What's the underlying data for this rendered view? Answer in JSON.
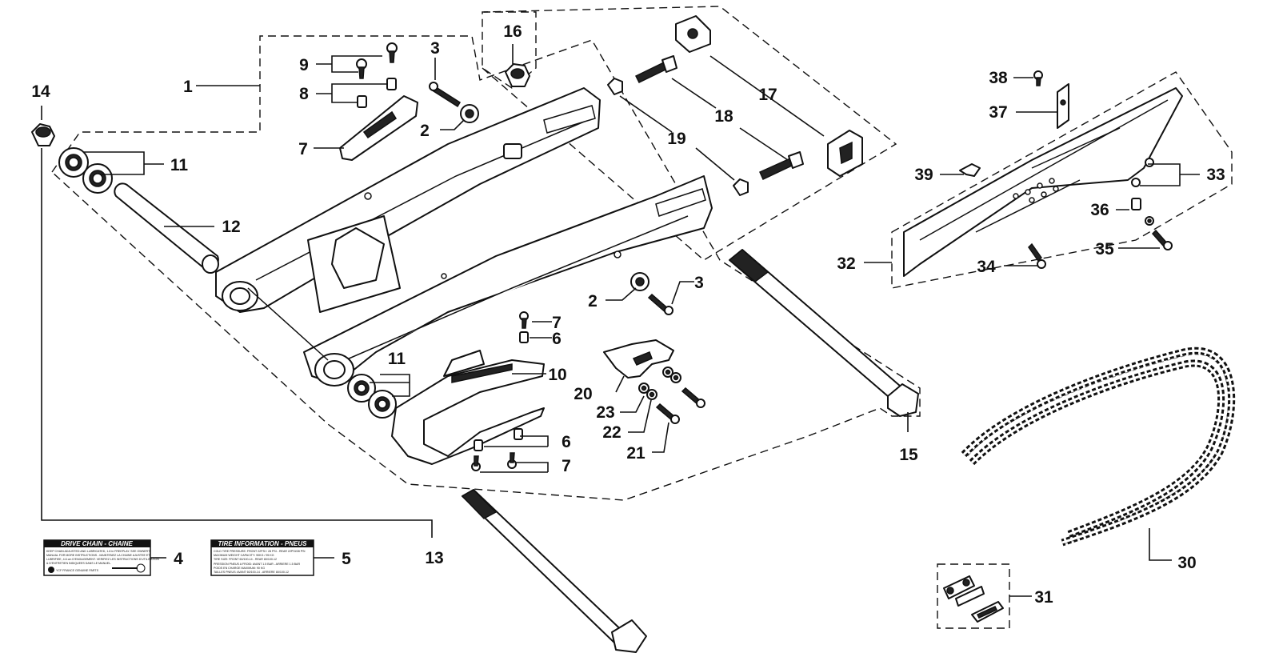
{
  "callouts": [
    {
      "id": "c1",
      "text": "1"
    },
    {
      "id": "c2a",
      "text": "2"
    },
    {
      "id": "c2b",
      "text": "2"
    },
    {
      "id": "c3a",
      "text": "3"
    },
    {
      "id": "c3b",
      "text": "3"
    },
    {
      "id": "c4",
      "text": "4"
    },
    {
      "id": "c5",
      "text": "5"
    },
    {
      "id": "c6a",
      "text": "6"
    },
    {
      "id": "c6b",
      "text": "6"
    },
    {
      "id": "c7a",
      "text": "7"
    },
    {
      "id": "c7b",
      "text": "7"
    },
    {
      "id": "c7c",
      "text": "7"
    },
    {
      "id": "c8",
      "text": "8"
    },
    {
      "id": "c9",
      "text": "9"
    },
    {
      "id": "c10",
      "text": "10"
    },
    {
      "id": "c11a",
      "text": "11"
    },
    {
      "id": "c11b",
      "text": "11"
    },
    {
      "id": "c12",
      "text": "12"
    },
    {
      "id": "c13",
      "text": "13"
    },
    {
      "id": "c14",
      "text": "14"
    },
    {
      "id": "c15",
      "text": "15"
    },
    {
      "id": "c16",
      "text": "16"
    },
    {
      "id": "c17",
      "text": "17"
    },
    {
      "id": "c18",
      "text": "18"
    },
    {
      "id": "c19",
      "text": "19"
    },
    {
      "id": "c20",
      "text": "20"
    },
    {
      "id": "c21",
      "text": "21"
    },
    {
      "id": "c22",
      "text": "22"
    },
    {
      "id": "c23",
      "text": "23"
    },
    {
      "id": "c30",
      "text": "30"
    },
    {
      "id": "c31",
      "text": "31"
    },
    {
      "id": "c32",
      "text": "32"
    },
    {
      "id": "c33",
      "text": "33"
    },
    {
      "id": "c34",
      "text": "34"
    },
    {
      "id": "c35",
      "text": "35"
    },
    {
      "id": "c36",
      "text": "36"
    },
    {
      "id": "c37",
      "text": "37"
    },
    {
      "id": "c38",
      "text": "38"
    },
    {
      "id": "c39",
      "text": "39"
    }
  ],
  "decals": {
    "drive_chain": {
      "title": "DRIVE CHAIN - CHAINE",
      "line1": "KEEP CHAIN ADJUSTED AND LUBRICATED, 1.8 in FREEPLAY. SEE OWNER'S",
      "line2": "MANUAL FOR MORE INSTRUCTIONS - MAINTENEZ LA CHAINE AJUSTEE ET",
      "line3": "LUBRIFIEE, 4.6 cm D'ENGAGEMENT. VERIFIEZ LES INSTRUCTIONS D'UTILISATION",
      "line4": "& D'ENTRETIEN INDIQUEES DANS LE MANUEL.",
      "brand": "YCF FRANCE GENUINE PARTS"
    },
    "tire_info": {
      "title": "TIRE INFORMATION - PNEUS",
      "line1": "COLD TIRE PRESSURE: FRONT 22PSI / 28 PSI - REAR 22PSI/28 PSI",
      "line2": "MAXIMUM WEIGHT CAPACITY: 90KG / 95 KG",
      "line3": "TIRE SIZE: FRONT 60/100-14 - REAR 80/100-12",
      "line4": "PRESSION PNEUS A FROID: AVANT 1.5 BAR - ARRIERE 1.5 BAR",
      "line5": "POIDS EN CHARGE MAXIMUM: 90 KG",
      "line6": "TAILLES PNEUS: AVANT 60/100-14 - ARRIERE 80/100-12"
    }
  },
  "colors": {
    "ink": "#111111",
    "paper": "#ffffff",
    "decal_band": "#111111"
  }
}
